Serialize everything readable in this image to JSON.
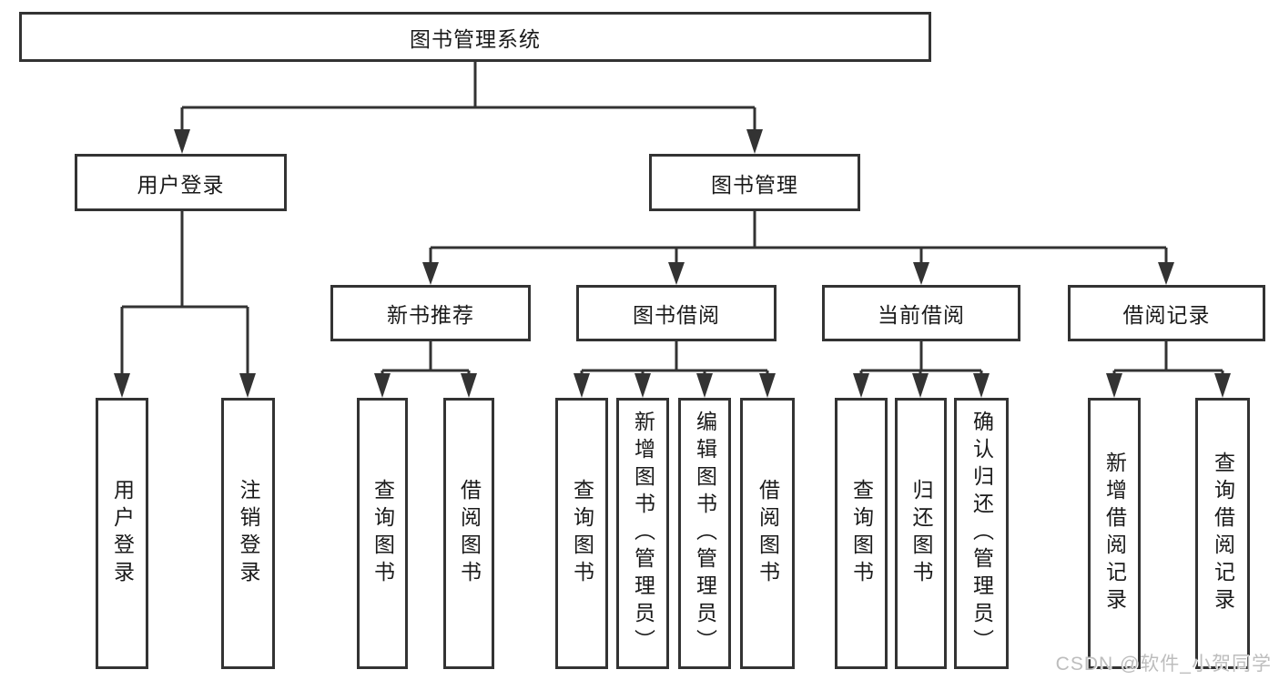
{
  "diagram_type": "hierarchy-tree",
  "colors": {
    "background": "#ffffff",
    "box_border": "#333333",
    "line": "#333333",
    "text": "#1a1a1a",
    "watermark_text": "#bdbdbd"
  },
  "tree": {
    "label": "图书管理系统",
    "children": [
      {
        "label": "用户登录",
        "children": [
          {
            "label": "用户登录"
          },
          {
            "label": "注销登录"
          }
        ]
      },
      {
        "label": "图书管理",
        "children": [
          {
            "label": "新书推荐",
            "children": [
              {
                "label": "查询图书"
              },
              {
                "label": "借阅图书"
              }
            ]
          },
          {
            "label": "图书借阅",
            "children": [
              {
                "label": "查询图书"
              },
              {
                "label": "新增图书（管理员）"
              },
              {
                "label": "编辑图书（管理员）"
              },
              {
                "label": "借阅图书"
              }
            ]
          },
          {
            "label": "当前借阅",
            "children": [
              {
                "label": "查询图书"
              },
              {
                "label": "归还图书"
              },
              {
                "label": "确认归还（管理员）"
              }
            ]
          },
          {
            "label": "借阅记录",
            "children": [
              {
                "label": "新增借阅记录"
              },
              {
                "label": "查询借阅记录"
              }
            ]
          }
        ]
      }
    ]
  },
  "watermark": {
    "text": "CSDN @软件_小贺同学"
  }
}
